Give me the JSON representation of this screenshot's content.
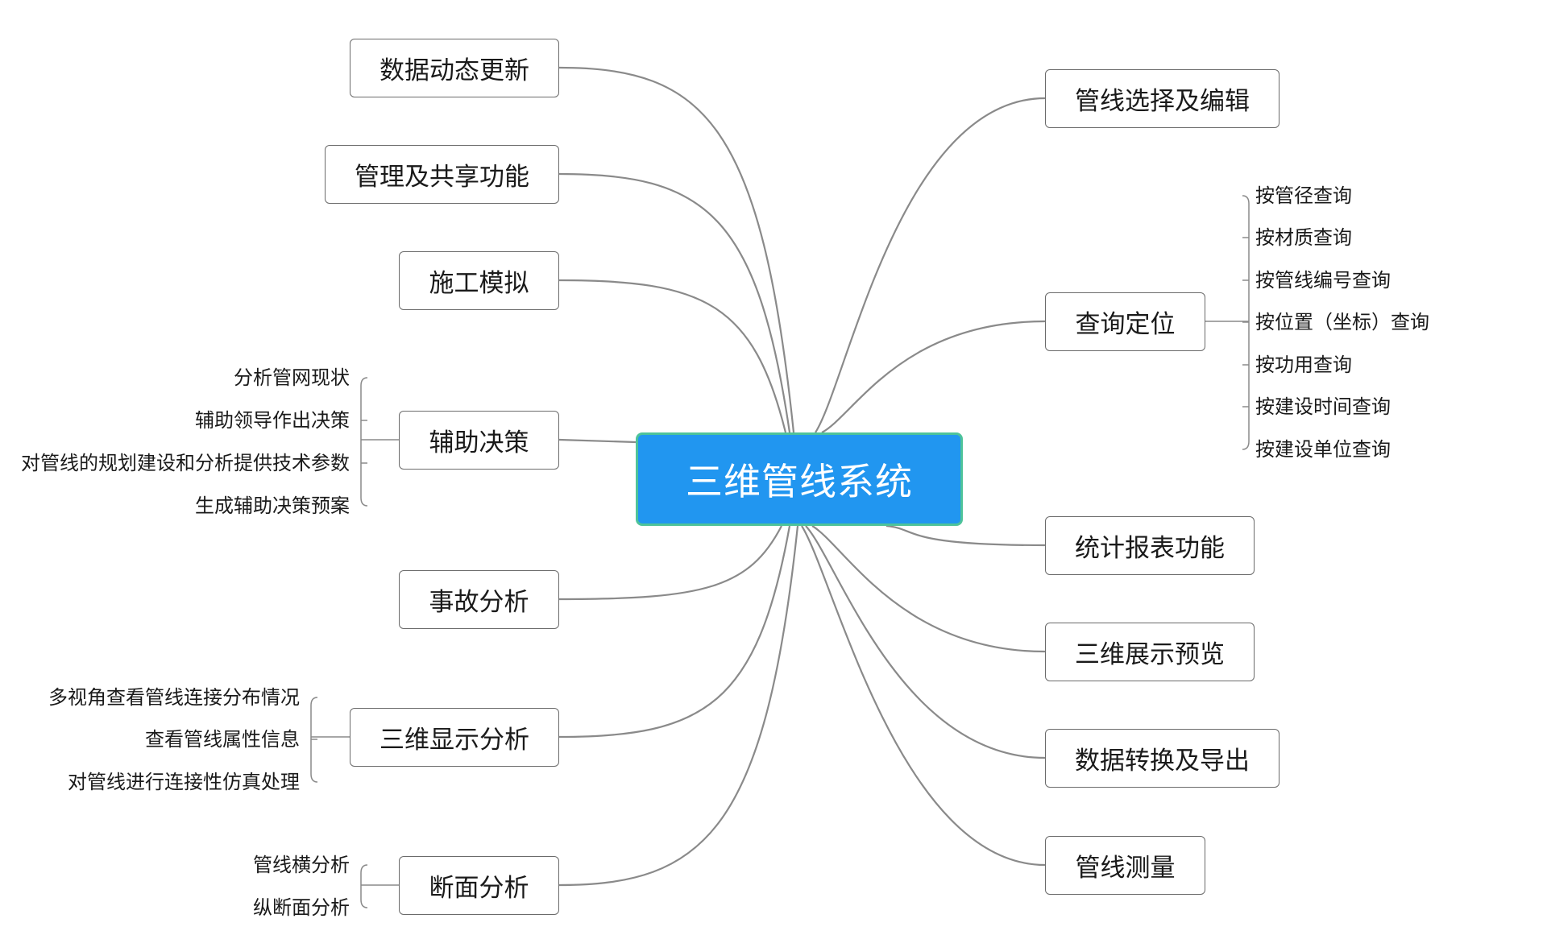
{
  "center": {
    "label": "三维管线系统"
  },
  "colors": {
    "center_fill": "#2196f0",
    "center_border": "#4ec39a",
    "connector": "#8a8a8a",
    "node_border": "#6b6b6b"
  },
  "left_branches": [
    {
      "label": "数据动态更新",
      "leaves": []
    },
    {
      "label": "管理及共享功能",
      "leaves": []
    },
    {
      "label": "施工模拟",
      "leaves": []
    },
    {
      "label": "辅助决策",
      "leaves": [
        "分析管网现状",
        "辅助领导作出决策",
        "对管线的规划建设和分析提供技术参数",
        "生成辅助决策预案"
      ]
    },
    {
      "label": "事故分析",
      "leaves": []
    },
    {
      "label": "三维显示分析",
      "leaves": [
        "多视角查看管线连接分布情况",
        "查看管线属性信息",
        "对管线进行连接性仿真处理"
      ]
    },
    {
      "label": "断面分析",
      "leaves": [
        "管线横分析",
        "纵断面分析"
      ]
    }
  ],
  "right_branches": [
    {
      "label": "管线选择及编辑",
      "leaves": []
    },
    {
      "label": "查询定位",
      "leaves": [
        "按管径查询",
        "按材质查询",
        "按管线编号查询",
        "按位置（坐标）查询",
        "按功用查询",
        "按建设时间查询",
        "按建设单位查询"
      ]
    },
    {
      "label": "统计报表功能",
      "leaves": []
    },
    {
      "label": "三维展示预览",
      "leaves": []
    },
    {
      "label": "数据转换及导出",
      "leaves": []
    },
    {
      "label": "管线测量",
      "leaves": []
    }
  ]
}
